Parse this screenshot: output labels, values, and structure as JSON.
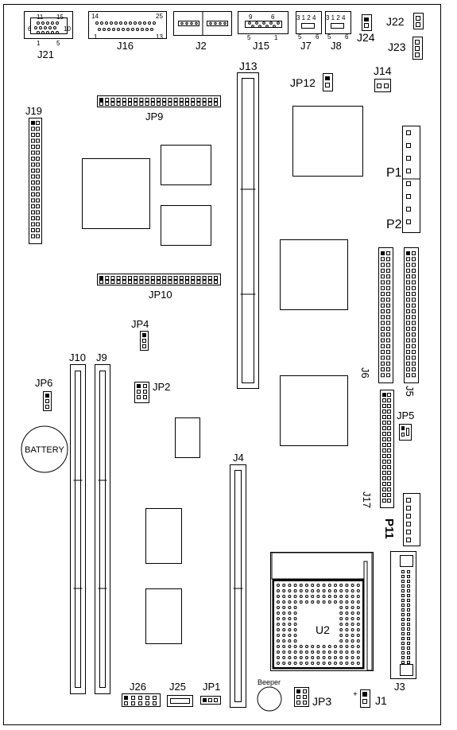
{
  "board": {
    "connectors": {
      "J21": "J21",
      "J16": "J16",
      "J2": "J2",
      "J15": "J15",
      "J7": "J7",
      "J8": "J8",
      "J24": "J24",
      "J22": "J22",
      "J23": "J23",
      "J13": "J13",
      "J14": "J14",
      "J19": "J19",
      "J10": "J10",
      "J9": "J9",
      "J4": "J4",
      "J6": "J6",
      "J5": "J5",
      "J17": "J17",
      "J26": "J26",
      "J25": "J25",
      "J3": "J3",
      "J1": "J1",
      "P1": "P1",
      "P2": "P2",
      "P11": "P11"
    },
    "jumpers": {
      "JP12": "JP12",
      "JP9": "JP9",
      "JP10": "JP10",
      "JP4": "JP4",
      "JP6": "JP6",
      "JP2": "JP2",
      "JP5": "JP5",
      "JP1": "JP1",
      "JP3": "JP3"
    },
    "parts": {
      "battery": "BATTERY",
      "cpu": "U2",
      "beeper": "Beeper"
    },
    "pin_labels": {
      "j21_11": "11",
      "j21_15": "15",
      "j21_6": "6",
      "j21_10": "10",
      "j21_1": "1",
      "j21_5": "5",
      "j16_14": "14",
      "j16_25": "25",
      "j16_1": "1",
      "j16_13": "13",
      "j15_9": "9",
      "j15_6": "6",
      "j15_5": "5",
      "j15_1": "1",
      "j7_top": "3 1 2 4",
      "j7_5": "5",
      "j7_6": "6",
      "j8_top": "3 1 2 4",
      "j8_5": "5",
      "j8_6": "6",
      "j1_plus": "+"
    }
  }
}
